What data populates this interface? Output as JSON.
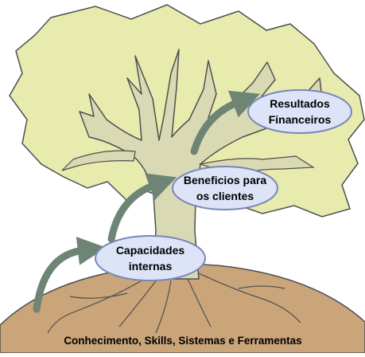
{
  "labels": {
    "resultados_line1": "Resultados",
    "resultados_line2": "Financeiros",
    "beneficios_line1": "Beneficios para",
    "beneficios_line2": "os clientes",
    "capacidades_line1": "Capacidades",
    "capacidades_line2": "internas",
    "ground": "Conhecimento, Skills, Sistemas e Ferramentas"
  },
  "colors": {
    "canopy": "#E8EBAE",
    "trunk": "#D9DAB4",
    "ground": "#C9A579",
    "ellipse_fill": "#DDE4F8",
    "ellipse_stroke": "#7A86B6",
    "arrow": "#6E8474",
    "outline": "#4F4F4F"
  },
  "icons": [
    "curved-arrow-icon"
  ]
}
